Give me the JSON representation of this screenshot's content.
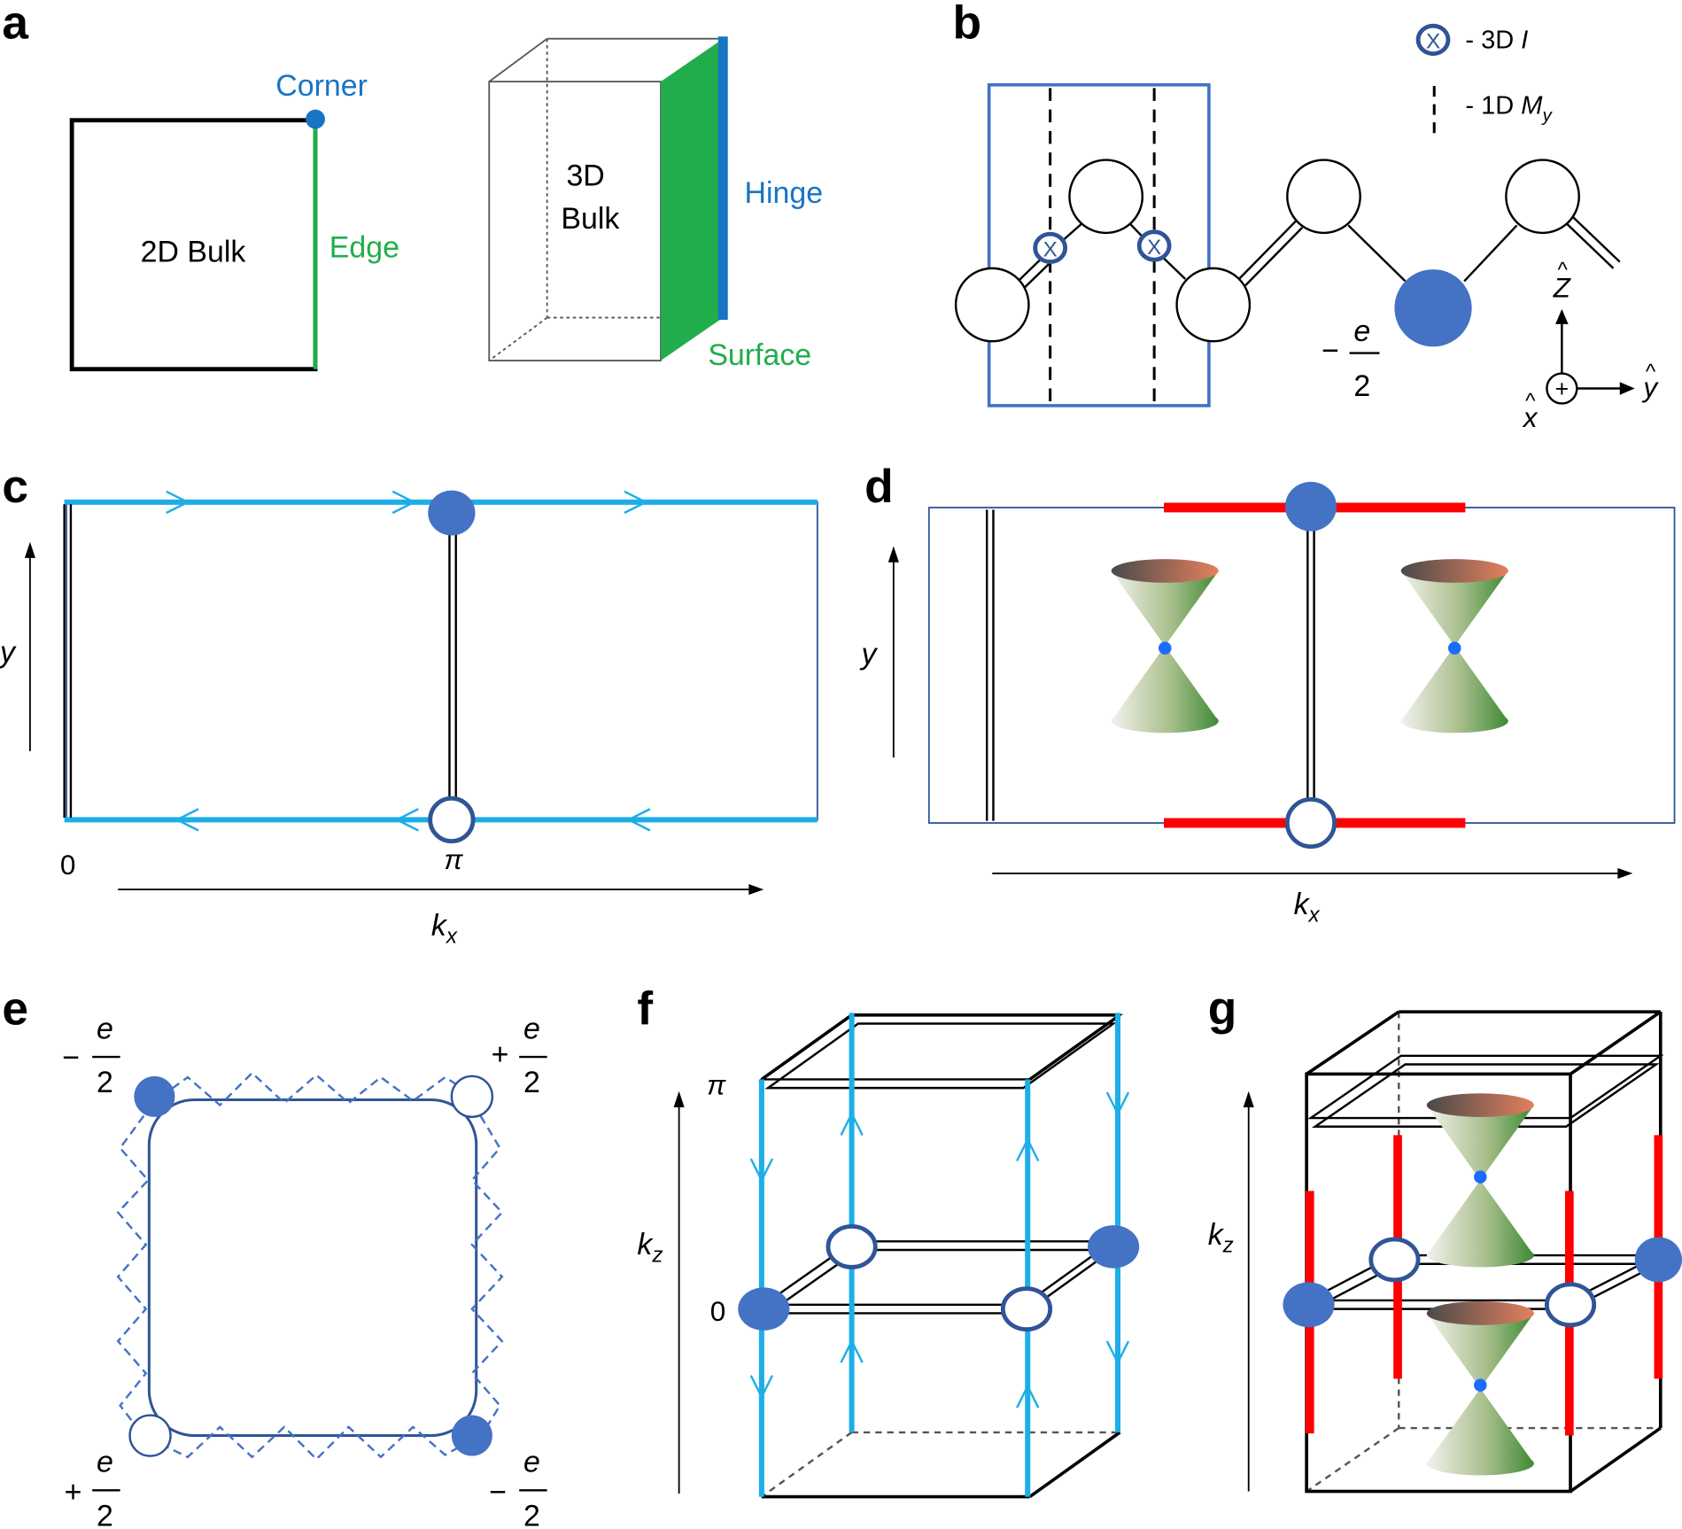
{
  "colors": {
    "black": "#000000",
    "corner_blue": "#1874c4",
    "edge_green": "#21ad4b",
    "hinge_blue": "#1874c4",
    "filled_blue": "#4472c4",
    "hollow_stroke": "#2f5597",
    "light_blue": "#1eaee7",
    "red": "#ff0000",
    "frame_blue": "#4472c4",
    "dirac_point": "#1a6cff"
  },
  "panel_a": {
    "letter": "a",
    "corner": "Corner",
    "edge": "Edge",
    "bulk2d": "2D Bulk",
    "bulk3d_line1": "3D",
    "bulk3d_line2": "Bulk",
    "hinge": "Hinge",
    "surface": "Surface"
  },
  "panel_b": {
    "letter": "b",
    "legend_inversion_symbol": "X",
    "legend_inversion_label": "- 3D ",
    "legend_inversion_italic": "I",
    "legend_mirror_label": "- 1D ",
    "legend_mirror_italic": "M",
    "legend_mirror_sub": "y",
    "charge_sign": "−",
    "charge_num": "e",
    "charge_den": "2",
    "axis_z": "Z",
    "axis_y": "y",
    "axis_x": "x",
    "axis_plus": "+",
    "hat": "^"
  },
  "panel_c": {
    "letter": "c",
    "y_label": "y",
    "zero": "0",
    "pi": "π",
    "kx_main": "k",
    "kx_sub": "x"
  },
  "panel_d": {
    "letter": "d",
    "y_label": "y",
    "kx_main": "k",
    "kx_sub": "x"
  },
  "panel_e": {
    "letter": "e",
    "tl_sign": "−",
    "tr_sign": "+",
    "bl_sign": "+",
    "br_sign": "−",
    "num": "e",
    "den": "2"
  },
  "panel_f": {
    "letter": "f",
    "pi": "π",
    "zero": "0",
    "kz_main": "k",
    "kz_sub": "z"
  },
  "panel_g": {
    "letter": "g",
    "kz_main": "k",
    "kz_sub": "z"
  }
}
